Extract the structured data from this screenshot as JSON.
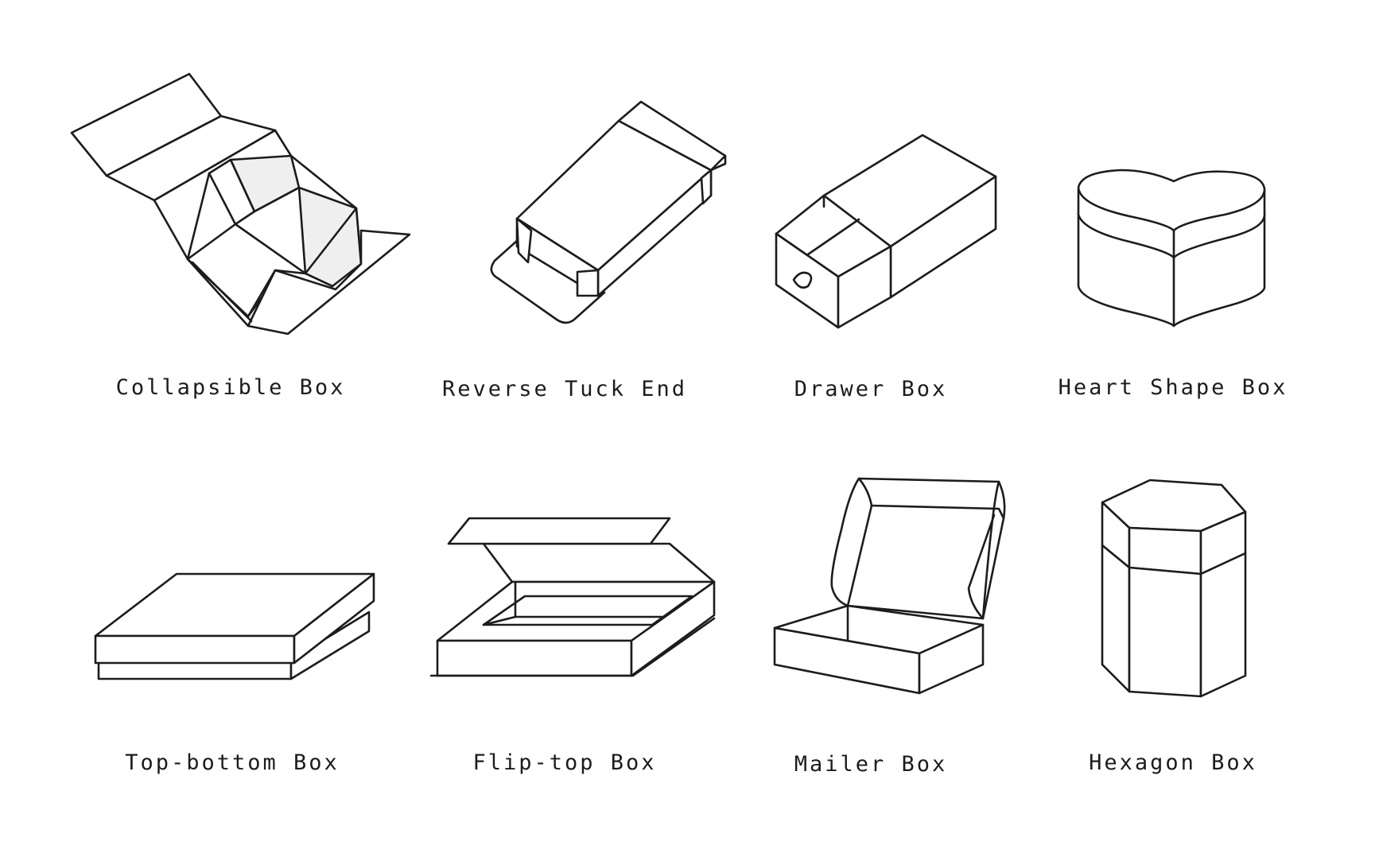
{
  "colors": {
    "ink": "#1c1c1c",
    "shade": "#efefef",
    "background": "#ffffff"
  },
  "boxes": [
    {
      "label": "Collapsible Box",
      "icon": "collapsible-box-icon"
    },
    {
      "label": "Reverse Tuck End",
      "icon": "reverse-tuck-end-box-icon"
    },
    {
      "label": "Drawer Box",
      "icon": "drawer-box-icon"
    },
    {
      "label": "Heart Shape Box",
      "icon": "heart-shape-box-icon"
    },
    {
      "label": "Top-bottom Box",
      "icon": "top-bottom-box-icon"
    },
    {
      "label": "Flip-top Box",
      "icon": "flip-top-box-icon"
    },
    {
      "label": "Mailer Box",
      "icon": "mailer-box-icon"
    },
    {
      "label": "Hexagon Box",
      "icon": "hexagon-box-icon"
    }
  ]
}
